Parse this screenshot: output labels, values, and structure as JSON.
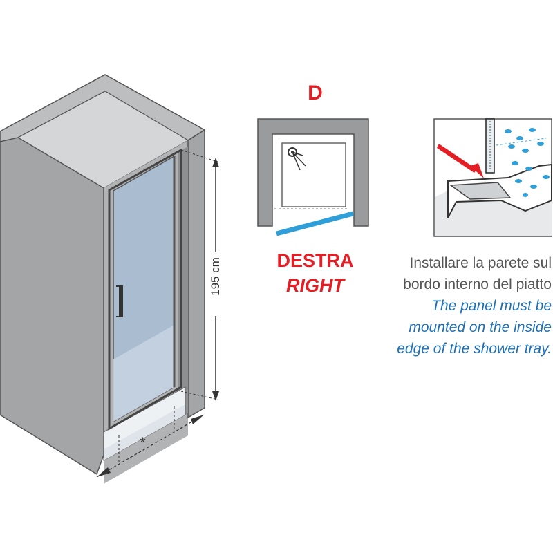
{
  "colors": {
    "accent": "#e31e24",
    "note_en": "#1f6fb3",
    "wall": "#9a9b9d",
    "glass": "#a9bcd0",
    "blue_line": "#2e9fd8"
  },
  "main_view": {
    "height_dim": "195 cm",
    "width_mark": "*"
  },
  "plan_view": {
    "side_label": "D",
    "direction_it": "DESTRA",
    "direction_en": "RIGHT"
  },
  "detail": {
    "note_it_lines": [
      "Installare la parete sul",
      "bordo interno del piatto"
    ],
    "note_en_lines": [
      "The panel must be",
      "mounted on the inside",
      "edge of the shower tray."
    ]
  }
}
